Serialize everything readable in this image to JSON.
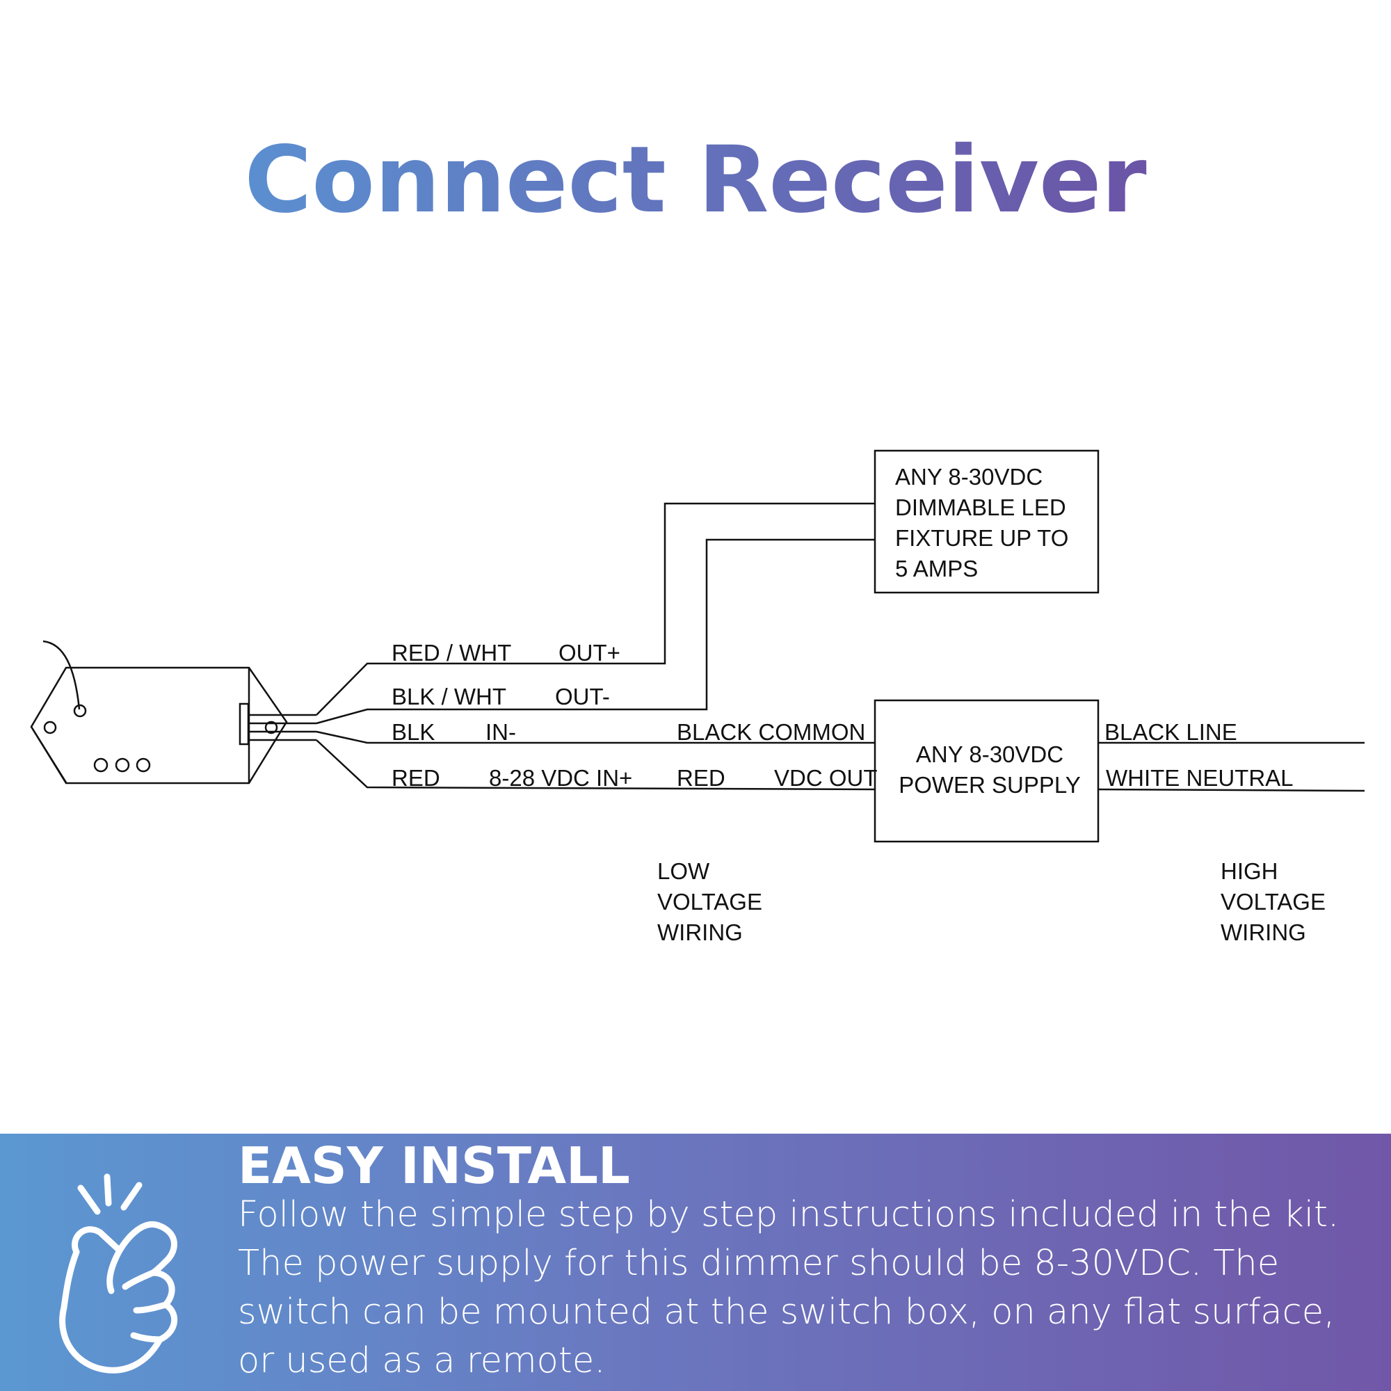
{
  "title": "Connect Receiver",
  "colors": {
    "title_start": "#5b8fd0",
    "title_end": "#6b54a6",
    "wire": "#111111"
  },
  "diagram": {
    "wires": {
      "red_wht": "RED / WHT",
      "out_plus": "OUT+",
      "blk_wht": "BLK / WHT",
      "out_minus": "OUT-",
      "blk": "BLK",
      "in_minus": "IN-",
      "black_common": "BLACK COMMON",
      "red": "RED",
      "vdc_in": "8-28 VDC IN+",
      "red2": "RED",
      "vdc_out": "VDC OUT",
      "black_line": "BLACK LINE",
      "white_neutral": "WHITE NEUTRAL"
    },
    "fixture_box": [
      "ANY 8-30VDC",
      "DIMMABLE LED",
      "FIXTURE UP TO",
      "5 AMPS"
    ],
    "power_box": [
      "ANY 8-30VDC",
      "POWER SUPPLY"
    ],
    "low_voltage": [
      "LOW",
      "VOLTAGE",
      "WIRING"
    ],
    "high_voltage": [
      "HIGH",
      "VOLTAGE",
      "WIRING"
    ]
  },
  "footer": {
    "icon": "hand-snap-icon",
    "heading": "EASY INSTALL",
    "lines": [
      "Follow the simple step by step instructions included in the kit.",
      "The power supply for this dimmer should be 8-30VDC. The",
      "switch can be mounted at the switch box, on any flat surface,",
      "or used as a remote."
    ]
  }
}
